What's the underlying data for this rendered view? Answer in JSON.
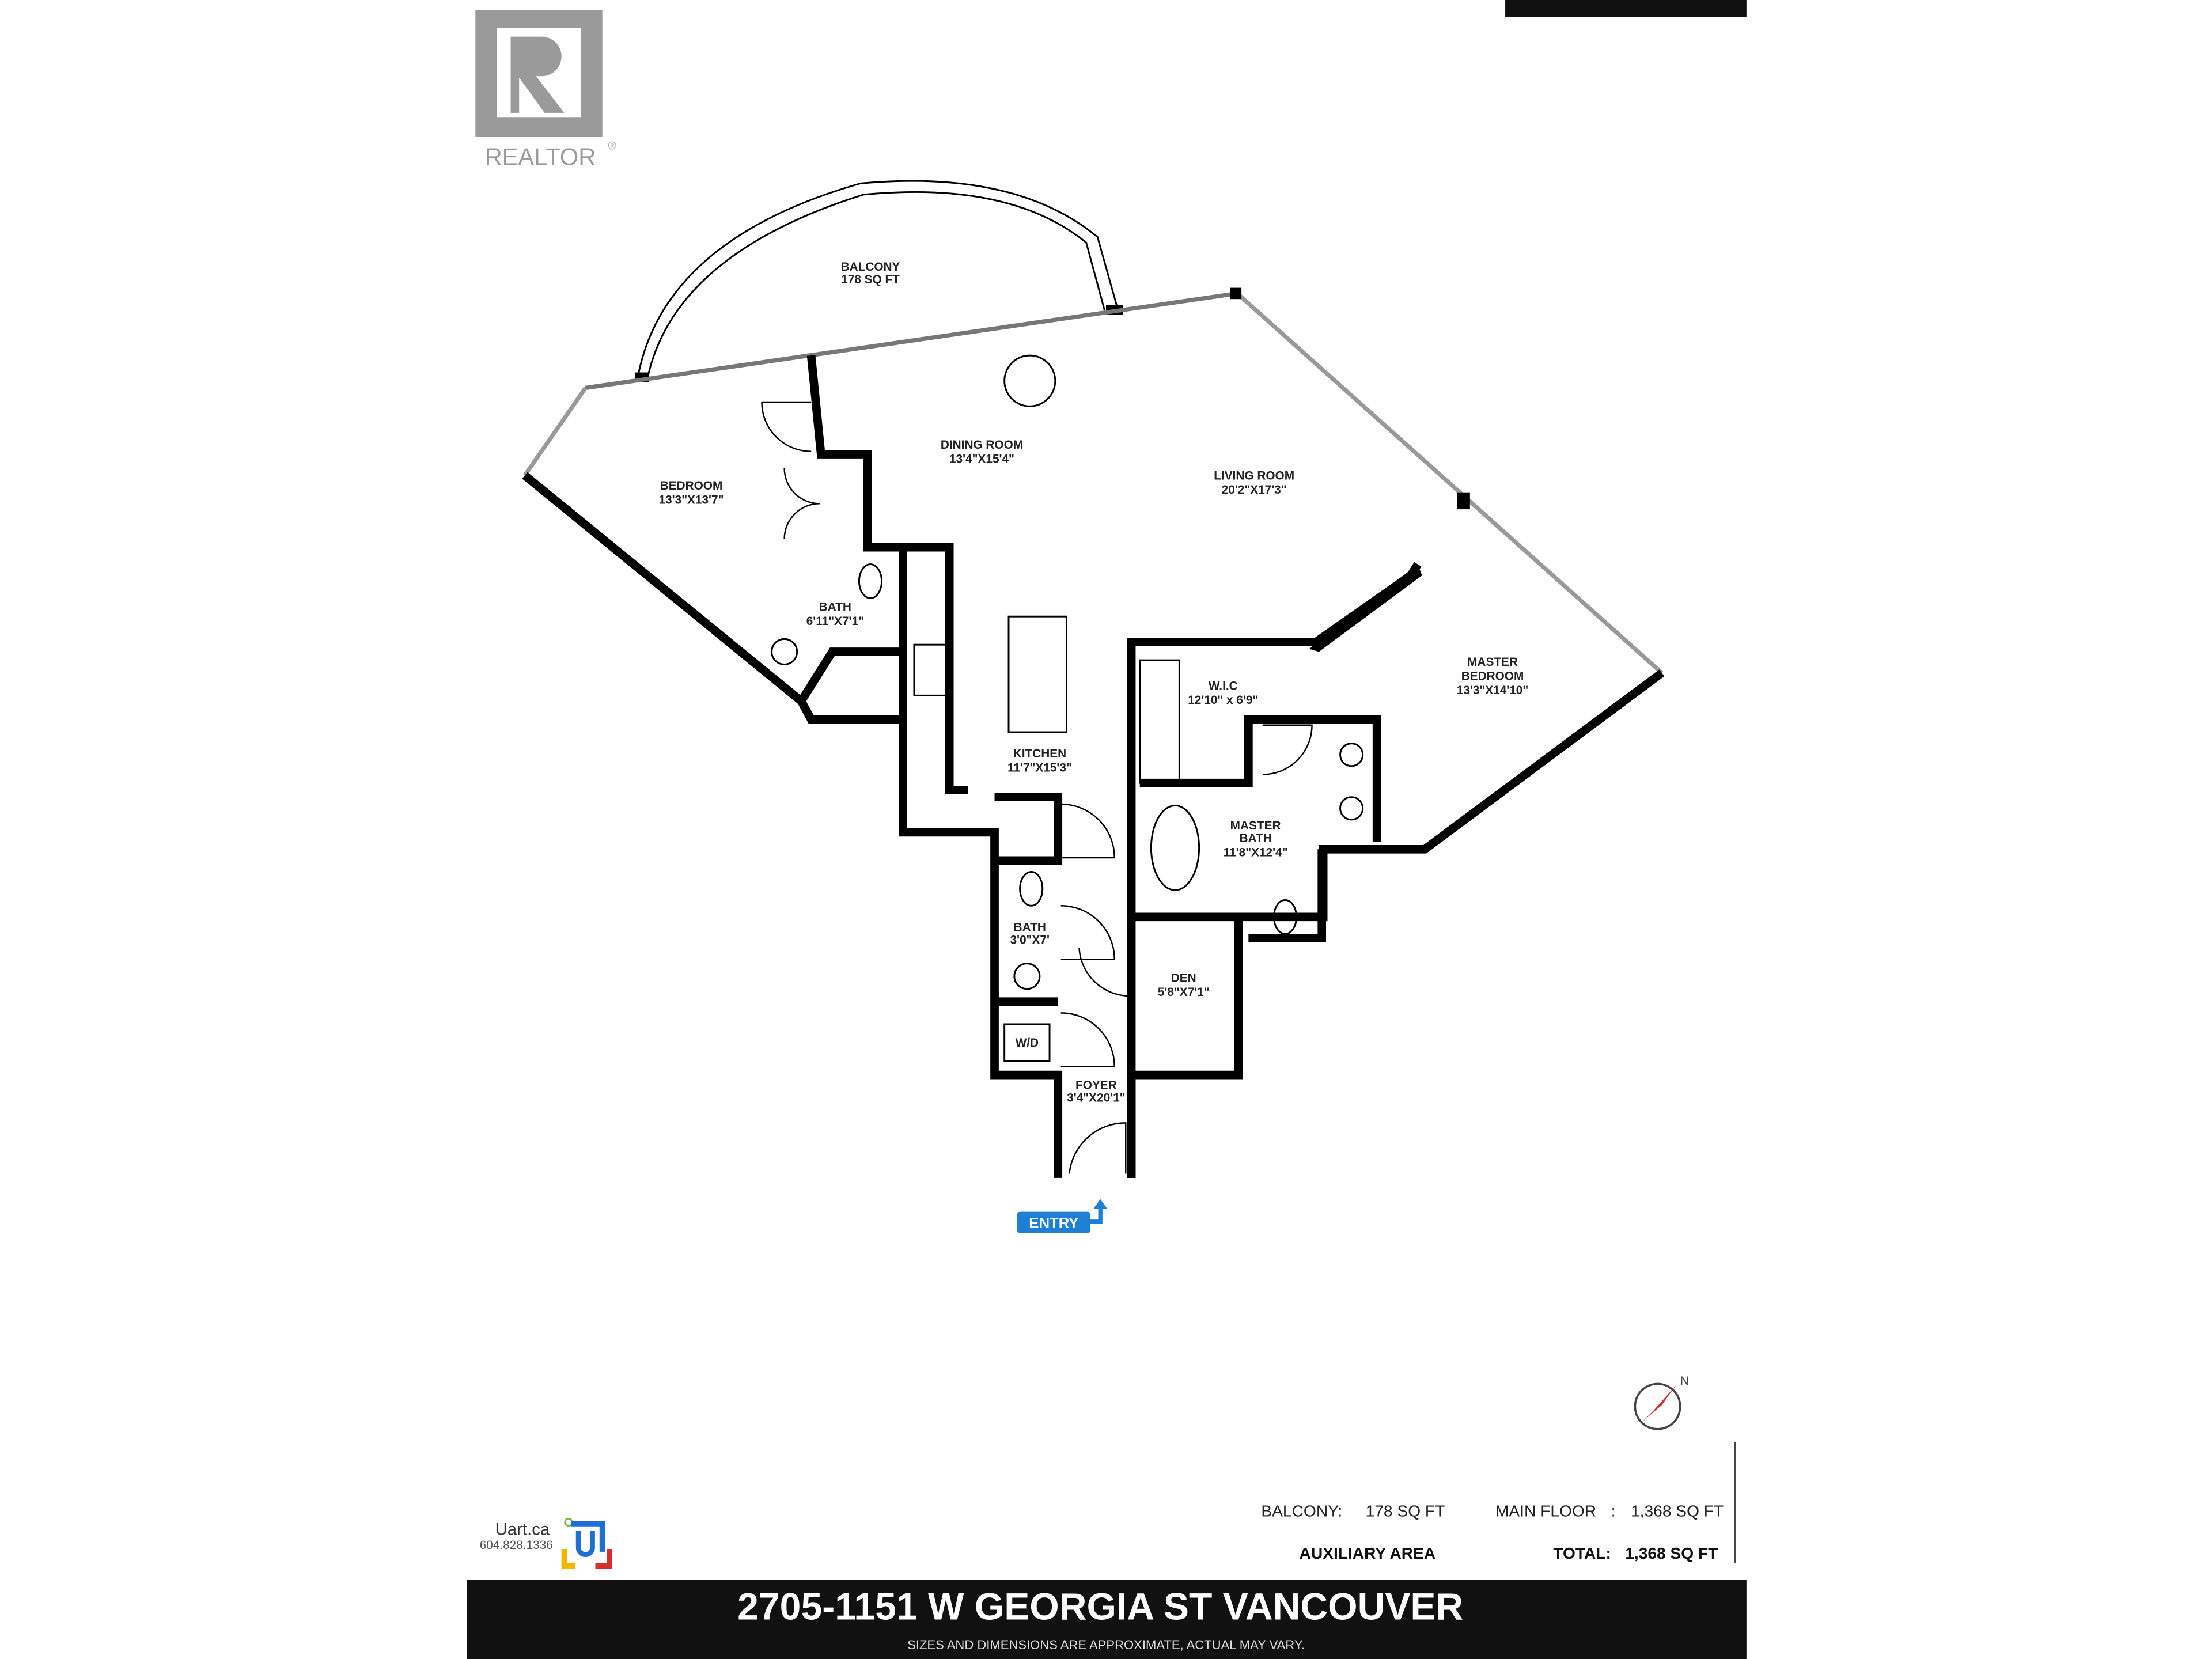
{
  "header": {
    "logo_text": "REALTOR",
    "logo_mark": "R"
  },
  "rooms": [
    {
      "name": "BALCONY",
      "size": "178 SQ FT"
    },
    {
      "name": "DINING ROOM",
      "size": "13'4\"X15'4\""
    },
    {
      "name": "LIVING ROOM",
      "size": "20'2\"X17'3\""
    },
    {
      "name": "BEDROOM",
      "size": "13'3\"X13'7\""
    },
    {
      "name": "BATH",
      "size": "6'11\"X7'1\""
    },
    {
      "name": "KITCHEN",
      "size": "11'7\"X15'3\""
    },
    {
      "name": "W.I.C",
      "size": "12'10\" x 6'9\""
    },
    {
      "name": "MASTER BEDROOM",
      "line1": "MASTER",
      "line2": "BEDROOM",
      "size": "13'3\"X14'10\""
    },
    {
      "name": "MASTER BATH",
      "line1": "MASTER",
      "line2": "BATH",
      "size": "11'8\"X12'4\""
    },
    {
      "name": "BATH",
      "size": "3'0\"X7'"
    },
    {
      "name": "DEN",
      "size": "5'8\"X7'1\""
    },
    {
      "name": "W/D"
    },
    {
      "name": "FOYER",
      "size": "3'4\"X20'1\""
    }
  ],
  "entry_label": "ENTRY",
  "compass_label": "N",
  "summary": {
    "balcony_label": "BALCONY:",
    "balcony_value": "178 SQ FT",
    "main_floor_label": "MAIN FLOOR",
    "main_floor_sep": ":",
    "main_floor_value": "1,368 SQ FT",
    "auxiliary_label": "AUXILIARY AREA",
    "total_label": "TOTAL:",
    "total_value": "1,368 SQ FT"
  },
  "brand": {
    "name": "Uart.ca",
    "phone": "604.828.1336"
  },
  "footer": {
    "title": "2705-1151 W GEORGIA ST VANCOUVER",
    "disclaimer": "SIZES AND DIMENSIONS ARE APPROXIMATE, ACTUAL MAY VARY."
  },
  "colors": {
    "entry_badge": "#1e7fd4",
    "footer_bg": "#111111",
    "logo_gray": "#999999"
  }
}
